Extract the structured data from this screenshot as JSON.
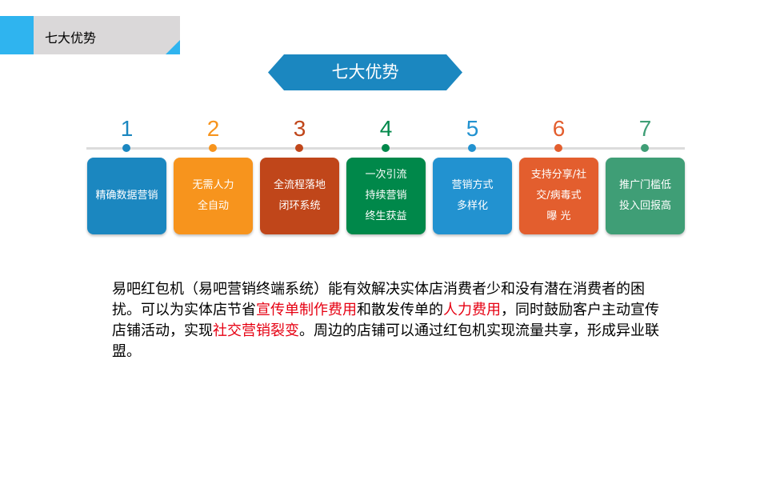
{
  "header": {
    "title": "七大优势",
    "accent": "#2fb4ef"
  },
  "ribbon": {
    "title": "七大优势",
    "color": "#1b87c0"
  },
  "steps": [
    {
      "num": "1",
      "lines": [
        "精确数据营销"
      ],
      "color": "#1b87c0"
    },
    {
      "num": "2",
      "lines": [
        "无需人力",
        "全自动"
      ],
      "color": "#f7941d"
    },
    {
      "num": "3",
      "lines": [
        "全流程落地",
        "闭环系统"
      ],
      "color": "#c0461a"
    },
    {
      "num": "4",
      "lines": [
        "一次引流",
        "持续营销",
        "终生获益"
      ],
      "color": "#00884a"
    },
    {
      "num": "5",
      "lines": [
        "营销方式",
        "多样化"
      ],
      "color": "#2292d0"
    },
    {
      "num": "6",
      "lines": [
        "支持分享/社",
        "交/病毒式",
        "曝 光"
      ],
      "color": "#e35e2e"
    },
    {
      "num": "7",
      "lines": [
        "推广门槛低",
        "投入回报高"
      ],
      "color": "#3f9e76"
    }
  ],
  "paragraph": {
    "p1": "易吧红包机（易吧营销终端系统）能有效解决实体店消费者少和没有潜在消费者的困扰。可以为实体店节省",
    "r1": "宣传单制作费用",
    "p2": "和散发传单的",
    "r2": "人力费用",
    "p3": "，同时鼓励客户主动宣传店铺活动，实现",
    "r3": "社交营销裂变",
    "p4": "。周边的店铺可以通过红包机实现流量共享，形成异业联盟。"
  }
}
